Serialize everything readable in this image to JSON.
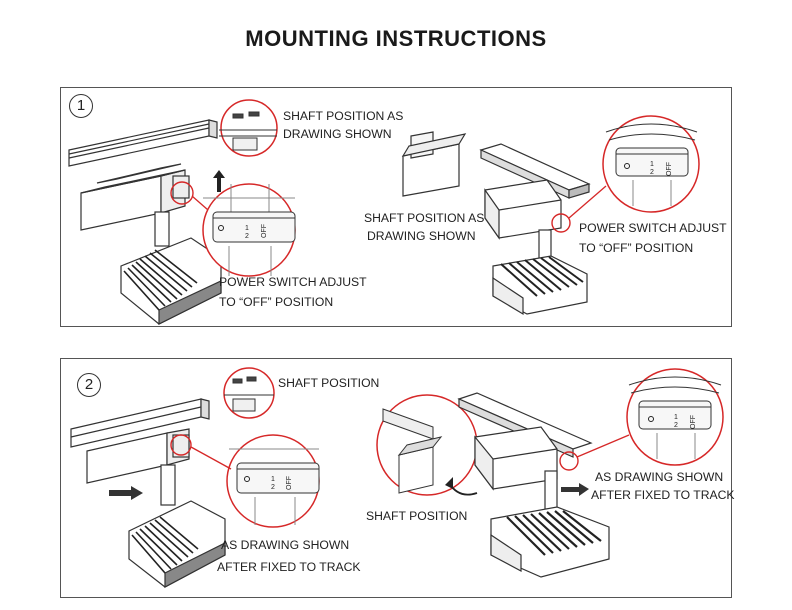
{
  "header": {
    "title": "MOUNTING INSTRUCTIONS"
  },
  "panel1": {
    "step": "1",
    "labels": {
      "shaft_top": [
        "SHAFT POSITION AS",
        "DRAWING SHOWN"
      ],
      "switch_left": [
        "POWER SWITCH ADJUST",
        "TO “OFF” POSITION"
      ],
      "shaft_mid": [
        "SHAFT POSITION AS",
        "DRAWING SHOWN"
      ],
      "switch_right": [
        "POWER SWITCH ADJUST",
        "TO “OFF” POSITION"
      ]
    },
    "dial_marks": [
      "1",
      "2",
      "OFF"
    ]
  },
  "panel2": {
    "step": "2",
    "labels": {
      "shaft_top": "SHAFT POSITION",
      "fixed_left": [
        "AS DRAWING SHOWN",
        "AFTER FIXED TO TRACK"
      ],
      "shaft_bottom": "SHAFT POSITION",
      "fixed_right": [
        "AS DRAWING SHOWN",
        "AFTER FIXED TO TRACK"
      ]
    },
    "dial_marks": [
      "1",
      "2",
      "OFF"
    ]
  },
  "colors": {
    "callout": "#d62828",
    "line": "#333333",
    "fin": "#2a2a2a"
  }
}
